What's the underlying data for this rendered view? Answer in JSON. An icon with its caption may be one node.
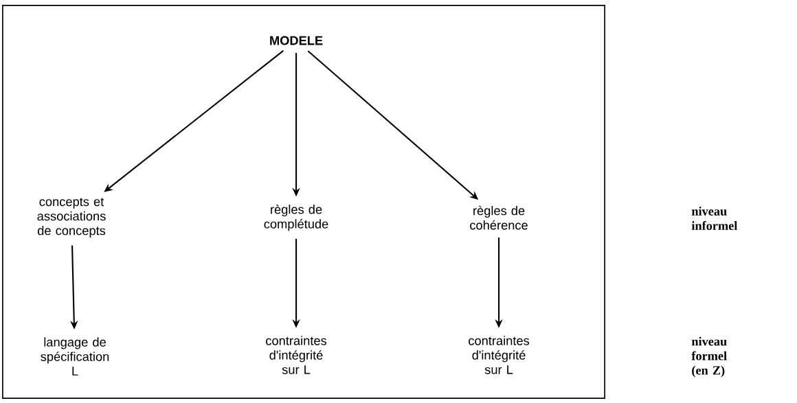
{
  "diagram": {
    "nodes": [
      {
        "text": [],
        "shape": "box"
      },
      {
        "text": [
          "MODELE"
        ],
        "in": 0
      },
      {
        "text": [
          "concepts et associations de concepts"
        ],
        "in": 0
      },
      {
        "text": [
          "règles de complétude"
        ],
        "in": 0
      },
      {
        "text": [
          "règles de cohérence"
        ],
        "in": 0
      },
      {
        "text": [
          "langage de spécification L"
        ],
        "in": 0
      },
      {
        "text": [
          "contraintes d'intégrité sur L"
        ],
        "in": 0
      },
      {
        "text": [
          "contraintes d'intégrité sur L"
        ],
        "in": 0
      }
    ],
    "edges": [
      {
        "from": 1,
        "to": 2,
        "arrow": "to"
      },
      {
        "from": 1,
        "to": 3,
        "arrow": "to"
      },
      {
        "from": 1,
        "to": 4,
        "arrow": "to"
      },
      {
        "from": 2,
        "to": 5,
        "arrow": "to"
      },
      {
        "from": 3,
        "to": 6,
        "arrow": "to"
      },
      {
        "from": 4,
        "to": 7,
        "arrow": "to"
      }
    ],
    "labels": [
      "niveau informel",
      "niveau formel (en Z)"
    ]
  }
}
